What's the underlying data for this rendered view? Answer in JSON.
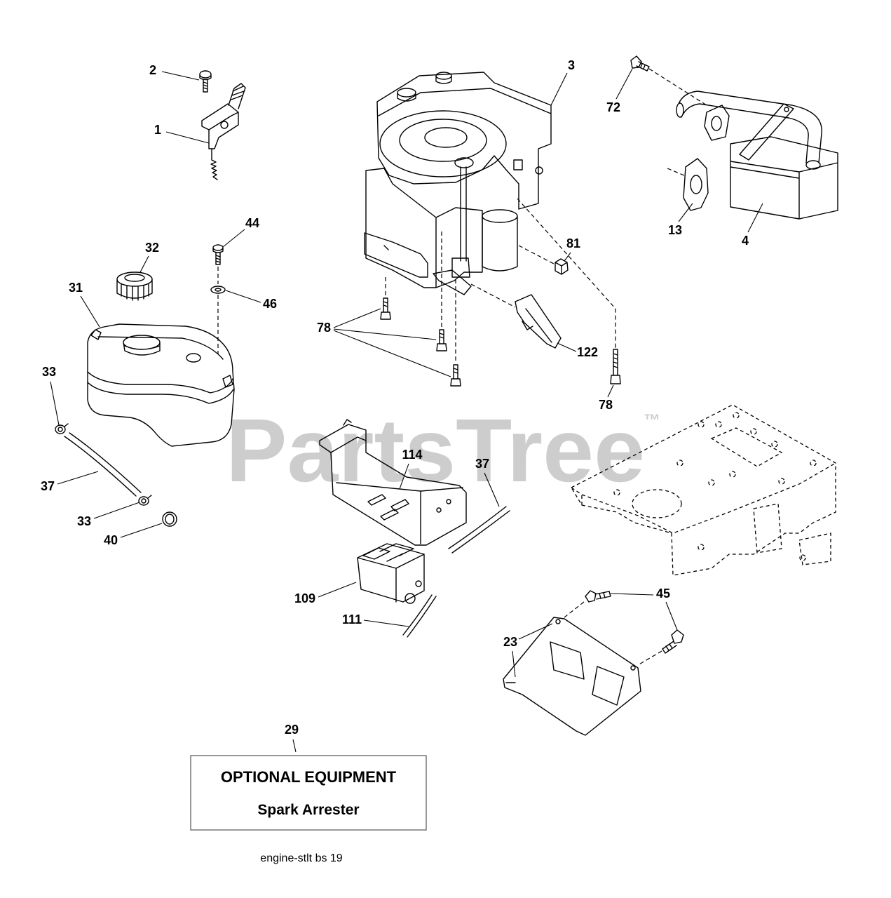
{
  "callouts": [
    "2",
    "1",
    "3",
    "72",
    "44",
    "32",
    "31",
    "46",
    "81",
    "13",
    "4",
    "78",
    "122",
    "78",
    "33",
    "37",
    "33",
    "40",
    "114",
    "37",
    "109",
    "111",
    "45",
    "23",
    "29"
  ],
  "optional_equipment": {
    "title": "OPTIONAL EQUIPMENT",
    "item": "Spark Arrester"
  },
  "caption": "engine-stlt bs 19",
  "watermark": {
    "text": "PartsTree",
    "trademark": "™"
  },
  "colors": {
    "line": "#000000",
    "background": "#ffffff",
    "watermark": "#cdcdcd"
  }
}
